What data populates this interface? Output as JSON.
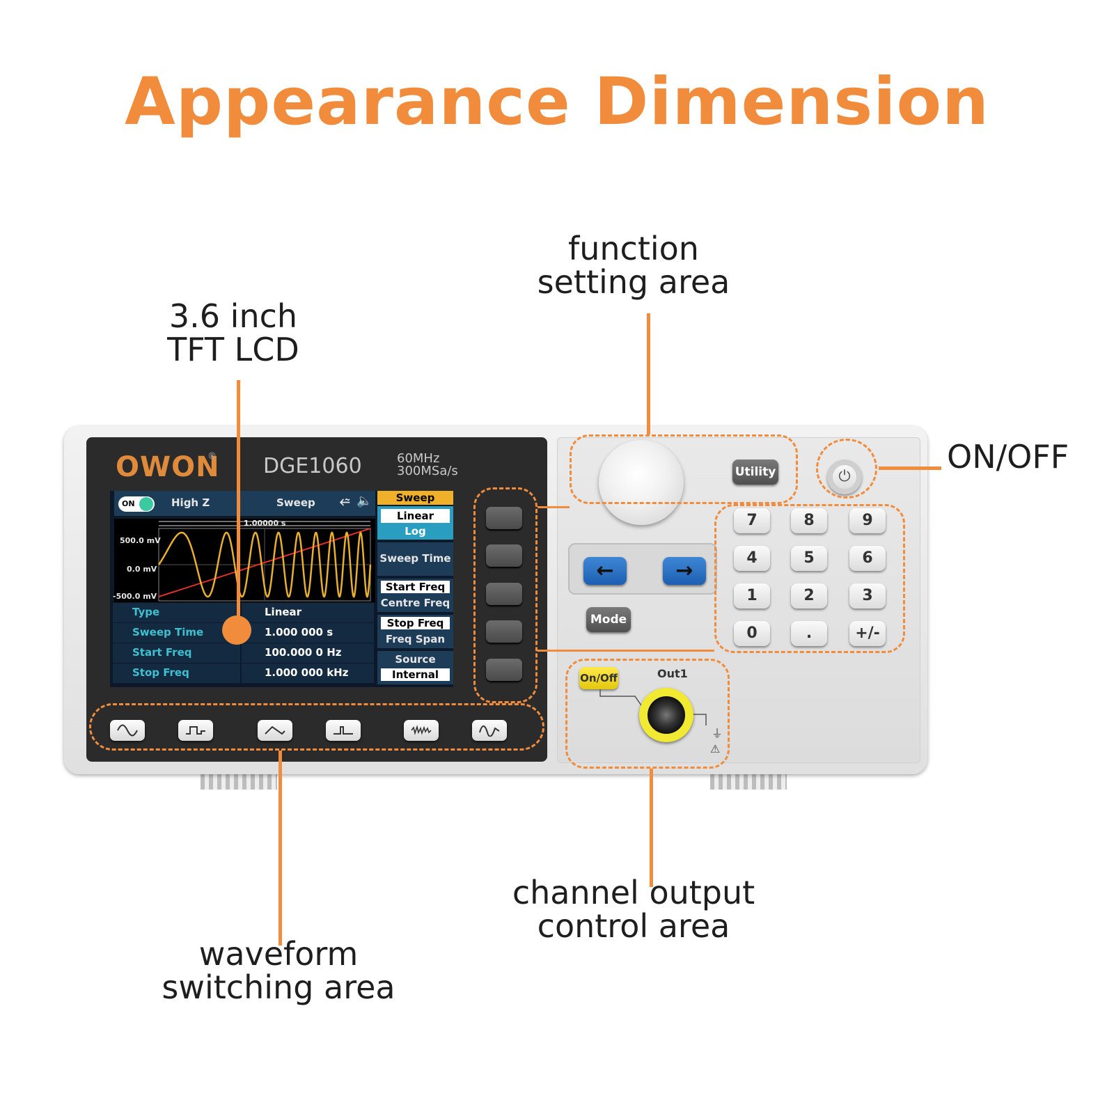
{
  "heading": "Appearance Dimension",
  "callouts": {
    "lcd": [
      "3.6 inch",
      "TFT LCD"
    ],
    "function": [
      "function",
      "setting area"
    ],
    "onoff": "ON/OFF",
    "channel": [
      "channel output",
      "control area"
    ],
    "waveform": [
      "waveform",
      "switching area"
    ]
  },
  "device": {
    "brand": "OWON",
    "model": "DGE1060",
    "spec_line1": "60MHz",
    "spec_line2": "300MSa/s"
  },
  "screen": {
    "on_label": "ON",
    "impedance": "High Z",
    "mode": "Sweep",
    "time_marker": "1.00000 s",
    "y_labels": [
      "500.0 mV",
      "0.0 mV",
      "-500.0 mV"
    ],
    "params": [
      {
        "label": "Type",
        "value": "Linear"
      },
      {
        "label": "Sweep Time",
        "value": "1.000 000 s"
      },
      {
        "label": "Start Freq",
        "value": "100.000 0 Hz"
      },
      {
        "label": "Stop Freq",
        "value": "1.000 000 kHz"
      }
    ],
    "softkey_menu": {
      "title": "Sweep",
      "linear": "Linear",
      "log": "Log",
      "sweep_time": "Sweep Time",
      "start_freq": "Start Freq",
      "centre_freq": "Centre Freq",
      "stop_freq": "Stop Freq",
      "freq_span": "Freq Span",
      "source": "Source",
      "internal": "Internal"
    }
  },
  "keys": {
    "utility": "Utility",
    "mode": "Mode",
    "numpad": [
      "7",
      "8",
      "9",
      "4",
      "5",
      "6",
      "1",
      "2",
      "3",
      "0",
      ".",
      "+/-"
    ],
    "channel_onoff": "On/Off",
    "out1": "Out1",
    "left_arrow": "←",
    "right_arrow": "→"
  },
  "waveform_buttons": [
    "sine-icon",
    "square-icon",
    "ramp-icon",
    "pulse-icon",
    "noise-icon",
    "arbitrary-icon"
  ],
  "colors": {
    "accent": "#f08c3c",
    "screen_cyan": "#3fc0d0",
    "highlight_yellow": "#f0b02a"
  }
}
